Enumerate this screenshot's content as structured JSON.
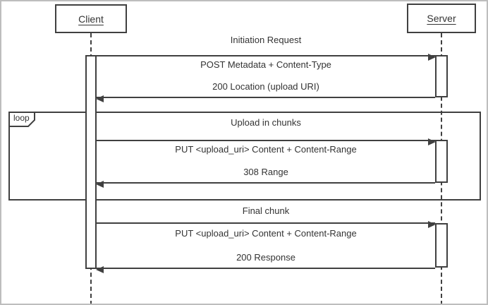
{
  "actors": {
    "client": "Client",
    "server": "Server"
  },
  "loop": {
    "label": "loop"
  },
  "sections": {
    "initiation": "Initiation Request",
    "upload": "Upload in chunks",
    "final": "Final chunk"
  },
  "messages": {
    "post_metadata": "POST Metadata + Content-Type",
    "location_response": "200 Location (upload URI)",
    "put_chunk": "PUT <upload_uri> Content + Content-Range",
    "range_response": "308 Range",
    "put_final": "PUT <upload_uri> Content + Content-Range",
    "final_response": "200 Response"
  },
  "colors": {
    "line": "#404040",
    "text": "#333333",
    "outer_border": "#bdbdbd",
    "background": "#ffffff"
  }
}
